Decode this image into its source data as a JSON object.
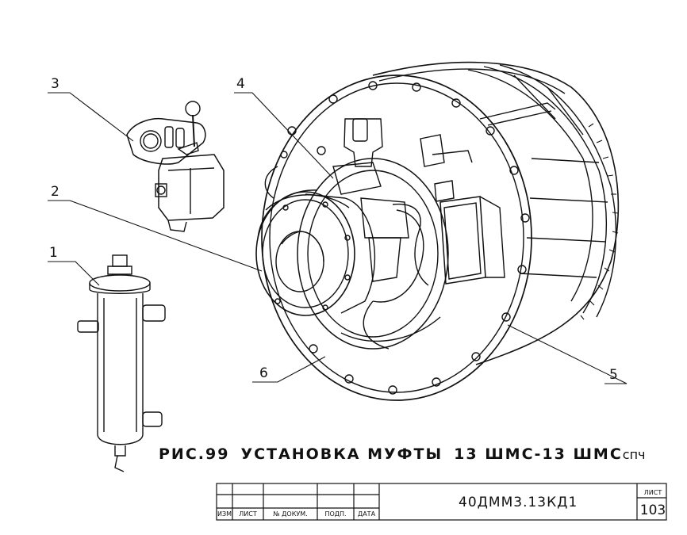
{
  "figure": {
    "caption_prefix": "РИС.99",
    "caption_title": "УСТАНОВКА МУФТЫ",
    "caption_designation": "13 ШМС-13 ШМС",
    "caption_suffix": "спч"
  },
  "callouts": [
    "1",
    "2",
    "3",
    "4",
    "5",
    "6"
  ],
  "title_block": {
    "columns": [
      "ИЗМ",
      "ЛИСТ",
      "№ ДОКУМ.",
      "ПОДП.",
      "ДАТА"
    ],
    "document_code": "40ДММ3.13КД1",
    "sheet_label": "ЛИСТ",
    "sheet_number": "103"
  }
}
